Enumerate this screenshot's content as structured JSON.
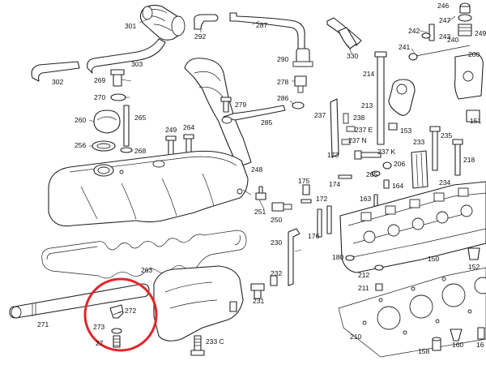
{
  "diagram": {
    "highlight_color": "#e0262b",
    "highlighted_parts": [
      "272",
      "273",
      "27"
    ],
    "labels": {
      "l301": "301",
      "l292": "292",
      "l287": "287",
      "l246": "246",
      "l247": "247",
      "l249top": "249",
      "l242": "242",
      "l243": "243",
      "l241": "241",
      "l240": "240",
      "l200": "200",
      "l302": "302",
      "l303": "303",
      "l290": "290",
      "l330": "330",
      "l214": "214",
      "l269": "269",
      "l270": "270",
      "l265": "265",
      "l260": "260",
      "l256": "256",
      "l268": "268",
      "l279": "279",
      "l278": "278",
      "l286": "286",
      "l285": "285",
      "l249": "249",
      "l264": "264",
      "l237": "237",
      "l238": "238",
      "l237e": "237 E",
      "l237n": "237 N",
      "l213": "213",
      "l153": "153",
      "l151": "151",
      "l235": "235",
      "l233": "233",
      "l173": "173",
      "l237k": "237 K",
      "l218": "218",
      "l205": "205",
      "l206": "206",
      "l174": "174",
      "l164": "164",
      "l234": "234",
      "l248": "248",
      "l175": "175",
      "l172": "172",
      "l163": "163",
      "l251": "251",
      "l250": "250",
      "l176": "176",
      "l230": "230",
      "l180": "180",
      "l150": "150",
      "l152": "152",
      "l263": "263",
      "l232": "232",
      "l212": "212",
      "l211": "211",
      "l231": "231",
      "l272": "272",
      "l271": "271",
      "l273": "273",
      "l27": "27",
      "l233c": "233 C",
      "l210": "210",
      "l158": "158",
      "l160": "160",
      "l16": "16"
    }
  }
}
